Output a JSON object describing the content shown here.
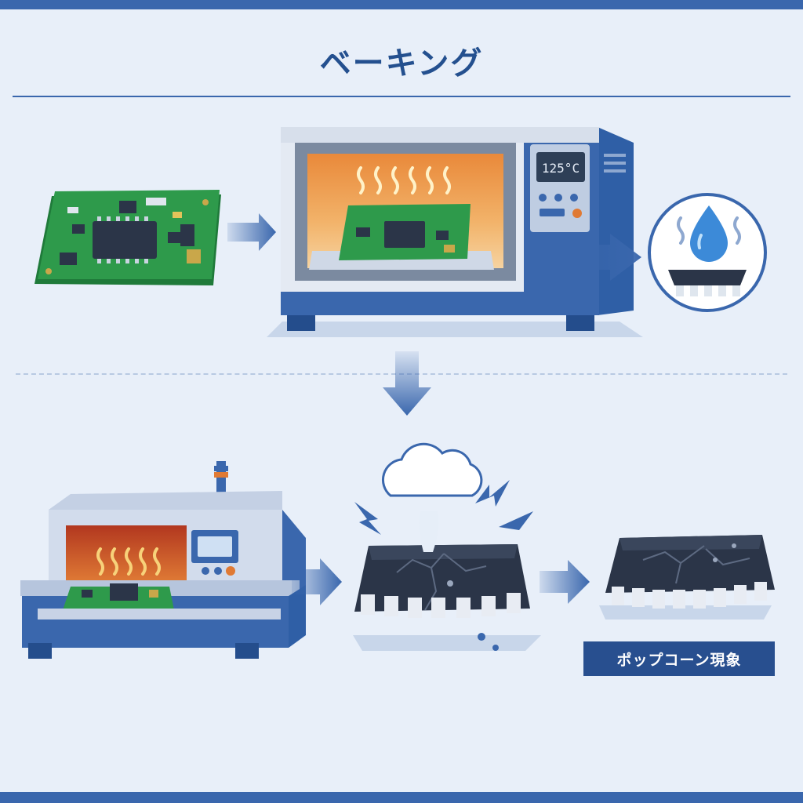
{
  "title": "ベーキング",
  "oven": {
    "temperature": "125°C"
  },
  "result_label": "ポップコーン現象",
  "colors": {
    "accent": "#3a67ad",
    "pcb_green": "#2e9a4b",
    "chip_dark": "#2b3548",
    "heat_orange": "#e9893a"
  },
  "icons": [
    "pcb-icon",
    "oven-icon",
    "water-drop-icon",
    "reflow-oven-icon",
    "cracked-chip-icon",
    "steam-cloud-icon",
    "broken-chip-icon"
  ]
}
